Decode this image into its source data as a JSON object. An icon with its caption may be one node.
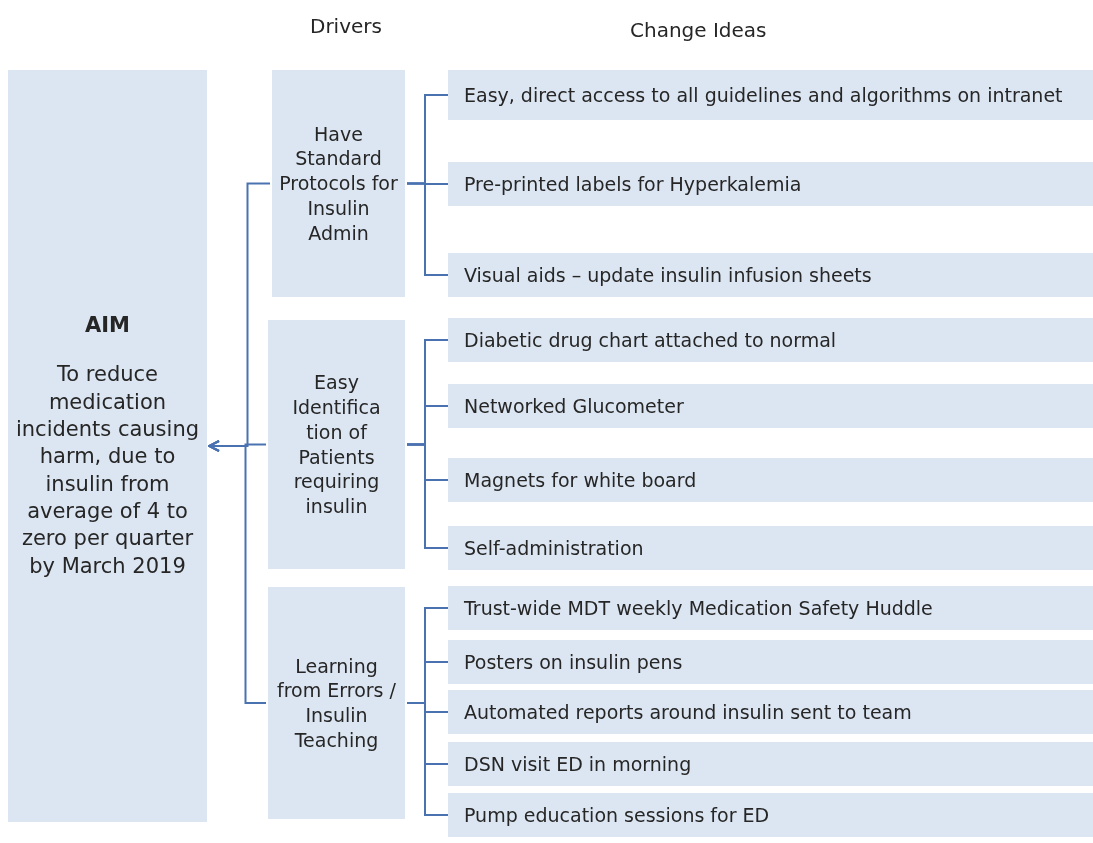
{
  "diagram": {
    "nodes": [
      {
        "text": [
          "AIM",
          "To reduce medication incidents causing harm, due to insulin from average of 4 to zero per quarter by March 2019"
        ]
      },
      {
        "text": [
          "Have Standard Protocols for Insulin Admin"
        ]
      },
      {
        "text": [
          "Easy Identifica tion of Patients requiring insulin"
        ]
      },
      {
        "text": [
          "Learning from Errors / Insulin Teaching"
        ]
      },
      {
        "text": [
          "Easy, direct access to all guidelines and algorithms on intranet"
        ]
      },
      {
        "text": [
          "Pre-printed labels for Hyperkalemia"
        ]
      },
      {
        "text": [
          "Visual aids – update insulin infusion sheets"
        ]
      },
      {
        "text": [
          "Diabetic drug chart attached to normal"
        ]
      },
      {
        "text": [
          "Networked Glucometer"
        ]
      },
      {
        "text": [
          "Magnets for white board"
        ]
      },
      {
        "text": [
          "Self-administration"
        ]
      },
      {
        "text": [
          "Trust-wide MDT weekly Medication Safety Huddle"
        ]
      },
      {
        "text": [
          "Posters on insulin pens"
        ]
      },
      {
        "text": [
          "Automated reports around insulin sent to team"
        ]
      },
      {
        "text": [
          "DSN visit ED in morning"
        ]
      },
      {
        "text": [
          "Pump education sessions for ED"
        ]
      }
    ],
    "edges": [
      {
        "from": 1,
        "to": 0,
        "arrow": "to"
      },
      {
        "from": 2,
        "to": 0,
        "arrow": "to"
      },
      {
        "from": 3,
        "to": 0,
        "arrow": "to"
      },
      {
        "from": 1,
        "to": 4,
        "arrow": "none"
      },
      {
        "from": 1,
        "to": 5,
        "arrow": "none"
      },
      {
        "from": 1,
        "to": 6,
        "arrow": "none"
      },
      {
        "from": 2,
        "to": 7,
        "arrow": "none"
      },
      {
        "from": 2,
        "to": 8,
        "arrow": "none"
      },
      {
        "from": 2,
        "to": 9,
        "arrow": "none"
      },
      {
        "from": 2,
        "to": 10,
        "arrow": "none"
      },
      {
        "from": 3,
        "to": 11,
        "arrow": "none"
      },
      {
        "from": 3,
        "to": 12,
        "arrow": "none"
      },
      {
        "from": 3,
        "to": 13,
        "arrow": "none"
      },
      {
        "from": 3,
        "to": 14,
        "arrow": "none"
      },
      {
        "from": 3,
        "to": 15,
        "arrow": "none"
      }
    ],
    "labels": [
      "Drivers",
      "Change Ideas"
    ]
  }
}
